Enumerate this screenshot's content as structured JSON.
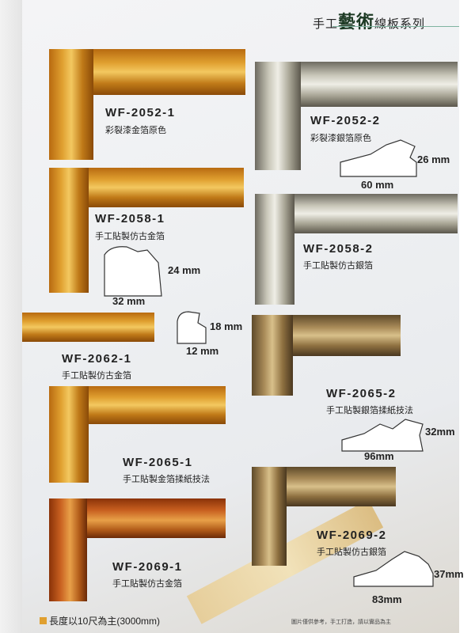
{
  "header": {
    "prefix": "手工",
    "art": "藝術",
    "suffix": "線板系列"
  },
  "products": [
    {
      "code": "WF-2052-1",
      "desc": "彩裂漆金箔原色"
    },
    {
      "code": "WF-2052-2",
      "desc": "彩裂漆銀箔原色",
      "height": "26 mm",
      "width": "60 mm"
    },
    {
      "code": "WF-2058-1",
      "desc": "手工貼製仿古金箔",
      "height": "24 mm",
      "width": "32 mm"
    },
    {
      "code": "WF-2058-2",
      "desc": "手工貼製仿古銀箔"
    },
    {
      "code": "WF-2062-1",
      "desc": "手工貼製仿古金箔",
      "height": "18 mm",
      "width": "12 mm"
    },
    {
      "code": "WF-2065-2",
      "desc": "手工貼製銀箔揉紙技法",
      "height": "32mm",
      "width": "96mm"
    },
    {
      "code": "WF-2065-1",
      "desc": "手工貼製金箔揉紙技法"
    },
    {
      "code": "WF-2069-1",
      "desc": "手工貼製仿古金箔"
    },
    {
      "code": "WF-2069-2",
      "desc": "手工貼製仿古銀箔",
      "height": "37mm",
      "width": "83mm"
    }
  ],
  "footer": {
    "length_note": "長度以10尺為主(3000mm)",
    "disclaimer": "圖片僅供參考，手工打造，請以實品為主"
  }
}
